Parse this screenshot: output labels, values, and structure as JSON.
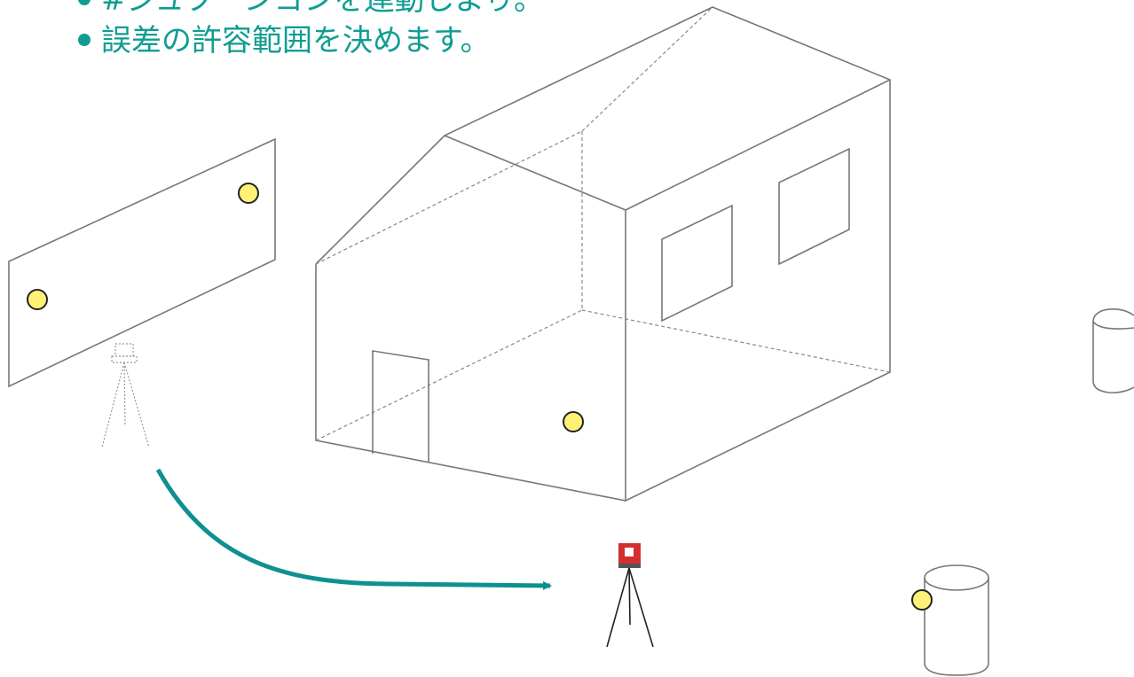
{
  "bullets": [
    "#ジュブーンヨンを連動しより。",
    "誤差の許容範囲を決めます。"
  ],
  "colors": {
    "text": "#0f9d92",
    "arrow": "#0f9090",
    "outline": "#777777",
    "target_fill": "#fff176",
    "instrument": "#d32f2f"
  },
  "icons": {
    "targets": "yellow-circle-marker",
    "instrument": "total-station-on-tripod",
    "ghost_instrument": "previous-station-position"
  }
}
